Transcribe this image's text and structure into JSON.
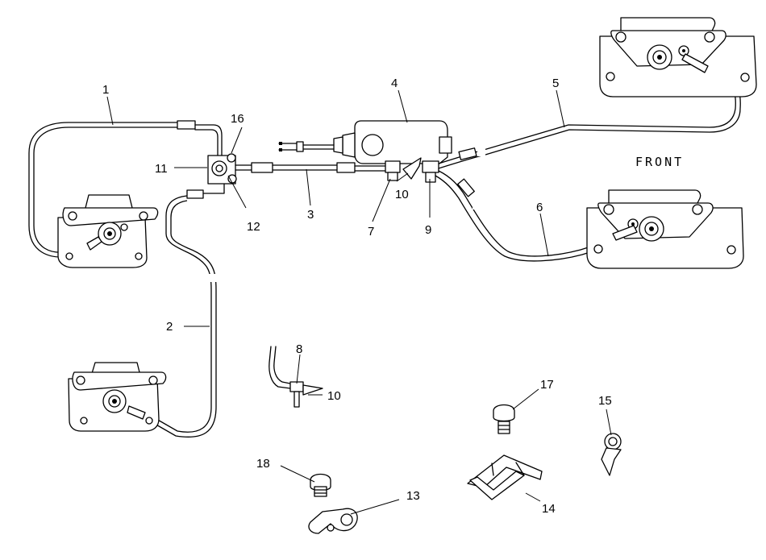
{
  "callouts": [
    {
      "id": "callout-1",
      "text": "1"
    },
    {
      "id": "callout-2",
      "text": "2"
    },
    {
      "id": "callout-3",
      "text": "3"
    },
    {
      "id": "callout-4",
      "text": "4"
    },
    {
      "id": "callout-5",
      "text": "5"
    },
    {
      "id": "callout-6",
      "text": "6"
    },
    {
      "id": "callout-7",
      "text": "7"
    },
    {
      "id": "callout-8",
      "text": "8"
    },
    {
      "id": "callout-9",
      "text": "9"
    },
    {
      "id": "callout-10-a",
      "text": "10"
    },
    {
      "id": "callout-10-b",
      "text": "10"
    },
    {
      "id": "callout-11",
      "text": "11"
    },
    {
      "id": "callout-12",
      "text": "12"
    },
    {
      "id": "callout-13",
      "text": "13"
    },
    {
      "id": "callout-14",
      "text": "14"
    },
    {
      "id": "callout-15",
      "text": "15"
    },
    {
      "id": "callout-16",
      "text": "16"
    },
    {
      "id": "callout-17",
      "text": "17"
    },
    {
      "id": "callout-18",
      "text": "18"
    }
  ],
  "orientation_label": "FRONT"
}
